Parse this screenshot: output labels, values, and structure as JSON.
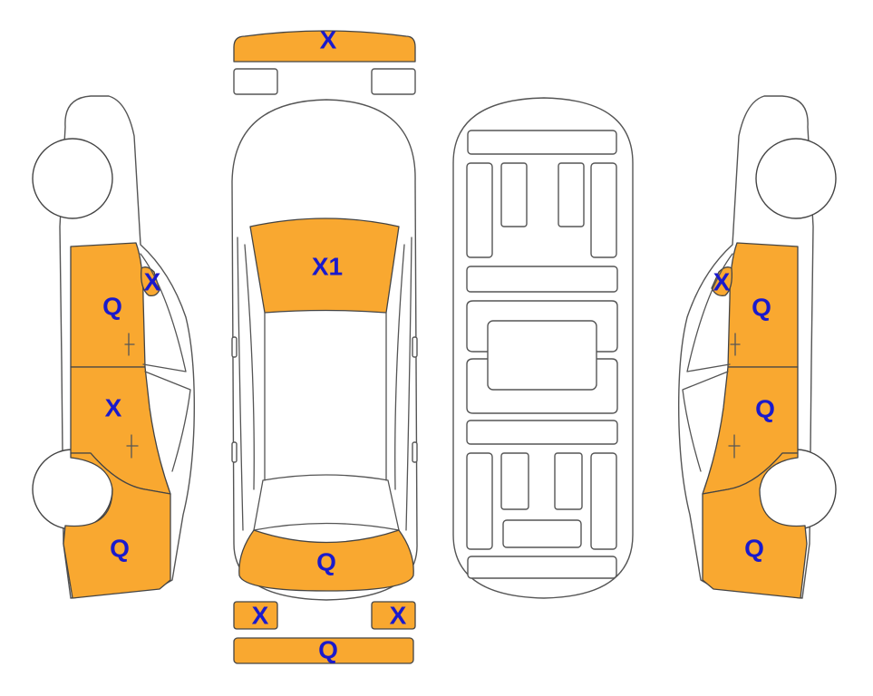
{
  "colors": {
    "damage_fill": "#F9A830",
    "code_text": "#1A1ACC",
    "outline": "#555555"
  },
  "views": {
    "left_side": {
      "codes": {
        "rear_quarter_window": "X",
        "rear_door": "Q",
        "front_door": "X",
        "front_fender": "Q"
      }
    },
    "top": {
      "codes": {
        "rear_bumper": "X",
        "rear_window": "X1",
        "hood": "Q",
        "left_headlight": "X",
        "right_headlight": "X",
        "front_bumper": "Q"
      }
    },
    "right_side": {
      "codes": {
        "rear_quarter_window": "X",
        "rear_door": "Q",
        "front_door": "Q",
        "front_fender": "Q"
      }
    }
  }
}
